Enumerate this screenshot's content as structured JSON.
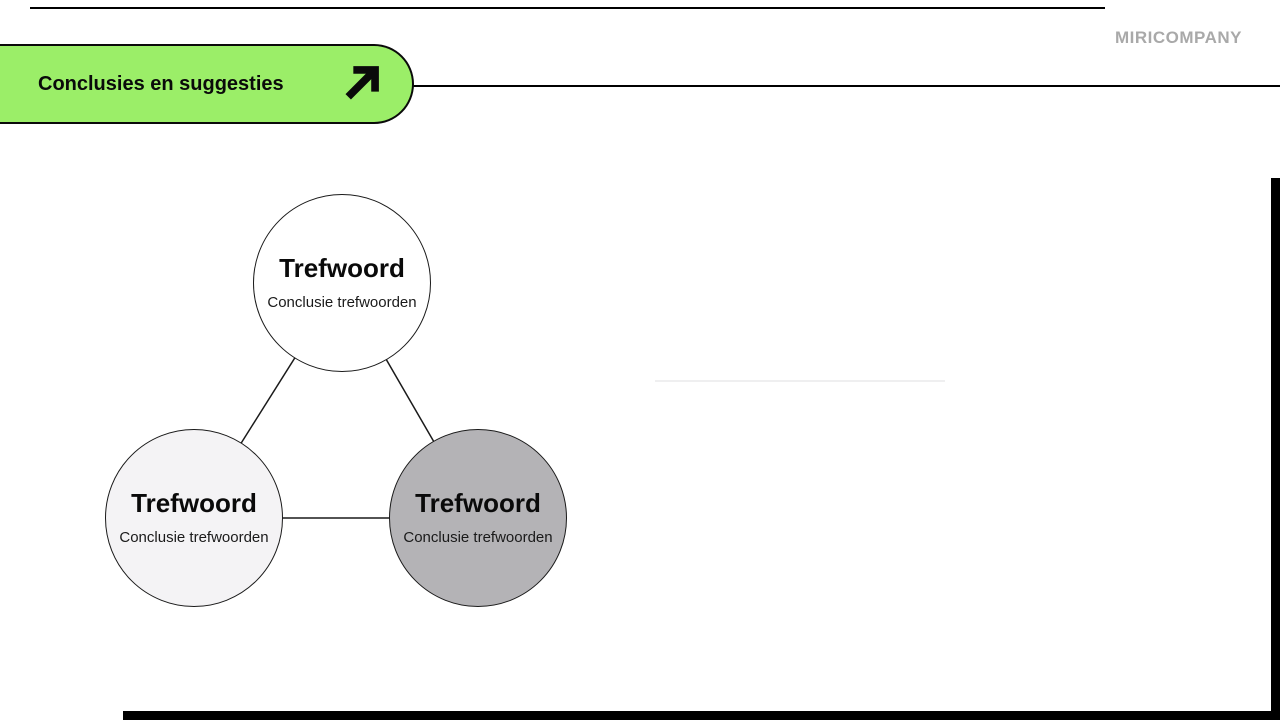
{
  "header": {
    "badge_label": "Conclusies en suggesties",
    "brand": "MIRICOMPANY",
    "arrow_icon": "arrow-up-right"
  },
  "diagram": {
    "nodes": [
      {
        "id": "top",
        "title": "Trefwoord",
        "subtitle": "Conclusie trefwoorden",
        "fill": "#ffffff"
      },
      {
        "id": "bottom-left",
        "title": "Trefwoord",
        "subtitle": "Conclusie trefwoorden",
        "fill": "#f4f3f5"
      },
      {
        "id": "bottom-right",
        "title": "Trefwoord",
        "subtitle": "Conclusie trefwoorden",
        "fill": "#b4b3b6"
      }
    ]
  },
  "colors": {
    "badge_green": "#9bee68",
    "brand_gray": "#a9a9a9",
    "line_black": "#000000"
  }
}
